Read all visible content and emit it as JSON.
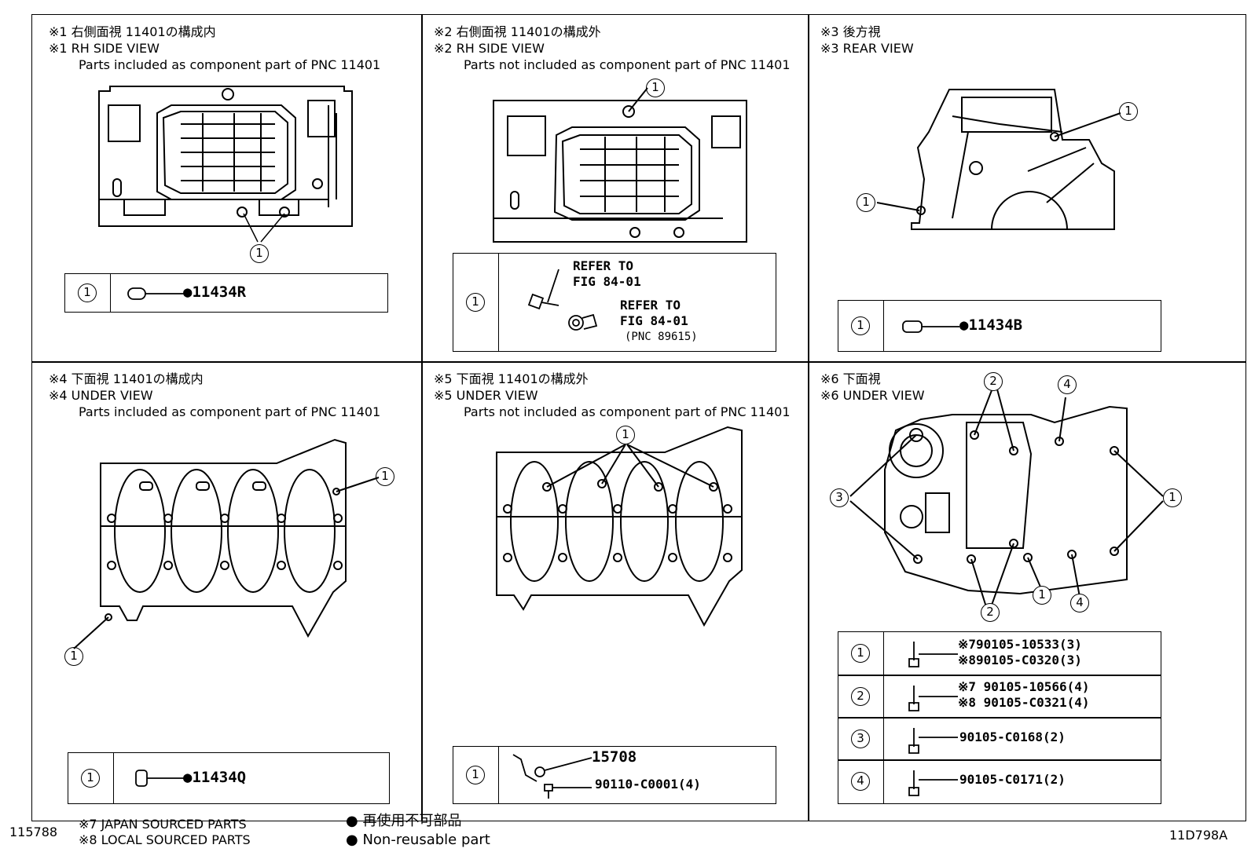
{
  "panels": [
    {
      "jp": "※1 右側面視 11401の構成内",
      "en": "※1 RH SIDE VIEW",
      "note": "Parts included as component part of PNC 11401"
    },
    {
      "jp": "※2 右側面視 11401の構成外",
      "en": "※2 RH SIDE VIEW",
      "note": "Parts not included as component part of PNC 11401"
    },
    {
      "jp": "※3 後方視",
      "en": "※3 REAR VIEW",
      "note": ""
    },
    {
      "jp": "※4 下面視 11401の構成内",
      "en": "※4 UNDER VIEW",
      "note": "Parts included as component part of PNC 11401"
    },
    {
      "jp": "※5 下面視 11401の構成外",
      "en": "※5 UNDER VIEW",
      "note": "Parts not included as component part of PNC 11401"
    },
    {
      "jp": "※6 下面視",
      "en": "※6 UNDER VIEW",
      "note": ""
    }
  ],
  "callouts": {
    "c1": "1",
    "c2": "2",
    "c3": "3",
    "c4": "4"
  },
  "parts": {
    "p1": "●11434R",
    "p2": {
      "refer1a": "REFER TO",
      "refer1b": "FIG 84-01",
      "refer2a": "REFER TO",
      "refer2b": "FIG 84-01",
      "refer2c": "(PNC 89615)"
    },
    "p3": "●11434B",
    "p4": "●11434Q",
    "p5": {
      "a": "15708",
      "b": "90110-C0001(4)"
    },
    "p6": [
      {
        "line1": "※790105-10533(3)",
        "line2": "※890105-C0320(3)"
      },
      {
        "line1": "※7 90105-10566(4)",
        "line2": "※8 90105-C0321(4)"
      },
      {
        "line1": "90105-C0168(2)",
        "line2": ""
      },
      {
        "line1": "90105-C0171(2)",
        "line2": ""
      }
    ]
  },
  "footer": {
    "left_id": "115788",
    "note7": "※7 JAPAN SOURCED PARTS",
    "note8": "※8 LOCAL SOURCED PARTS",
    "legend_jp": "再使用不可部品",
    "legend_en": "Non-reusable part",
    "right_id": "11D798A"
  }
}
